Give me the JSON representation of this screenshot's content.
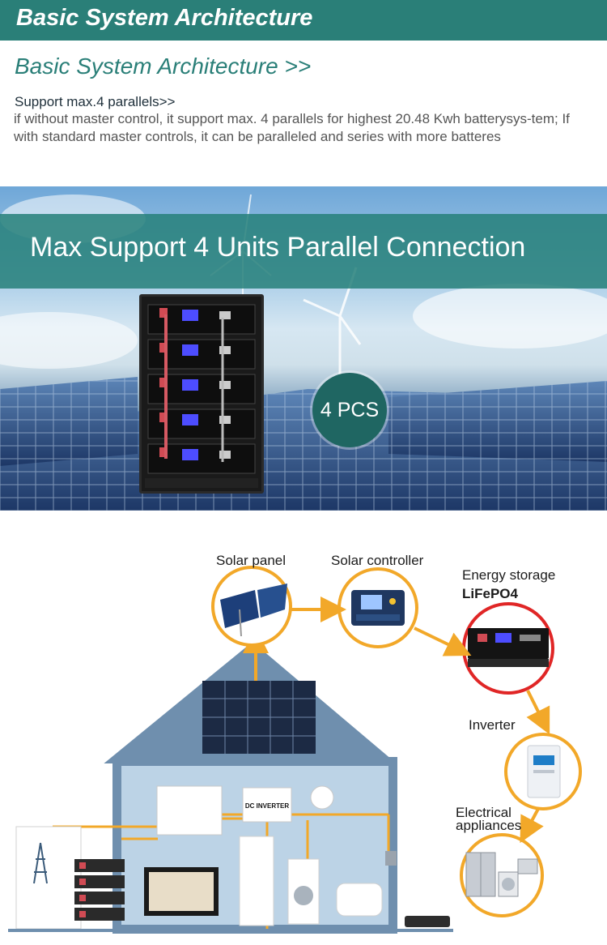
{
  "header": {
    "title": "Basic System Architecture"
  },
  "section": {
    "title": "Basic System Architecture >>",
    "intro_title": "Support max.4 parallels>>",
    "intro_body": "if without master control, it support max. 4 parallels for highest 20.48 Kwh batterysys-tem; If with standard master controls, it can be paralleled and series with more batteres"
  },
  "banner": {
    "title": "Max Support 4 Units Parallel Connection",
    "badge": "4 PCS"
  },
  "diagram": {
    "solar_panel": "Solar panel",
    "solar_controller": "Solar controller",
    "energy_storage": "Energy storage",
    "lifepo4": "LiFePO4",
    "inverter": "Inverter",
    "appliances_line1": "Electrical",
    "appliances_line2": "appliances",
    "dc_inverter": "DC INVERTER"
  },
  "colors": {
    "teal": "#2a7f78",
    "arrow": "#f2a829",
    "house": "#6f8fae",
    "accent_red": "#e02626"
  }
}
